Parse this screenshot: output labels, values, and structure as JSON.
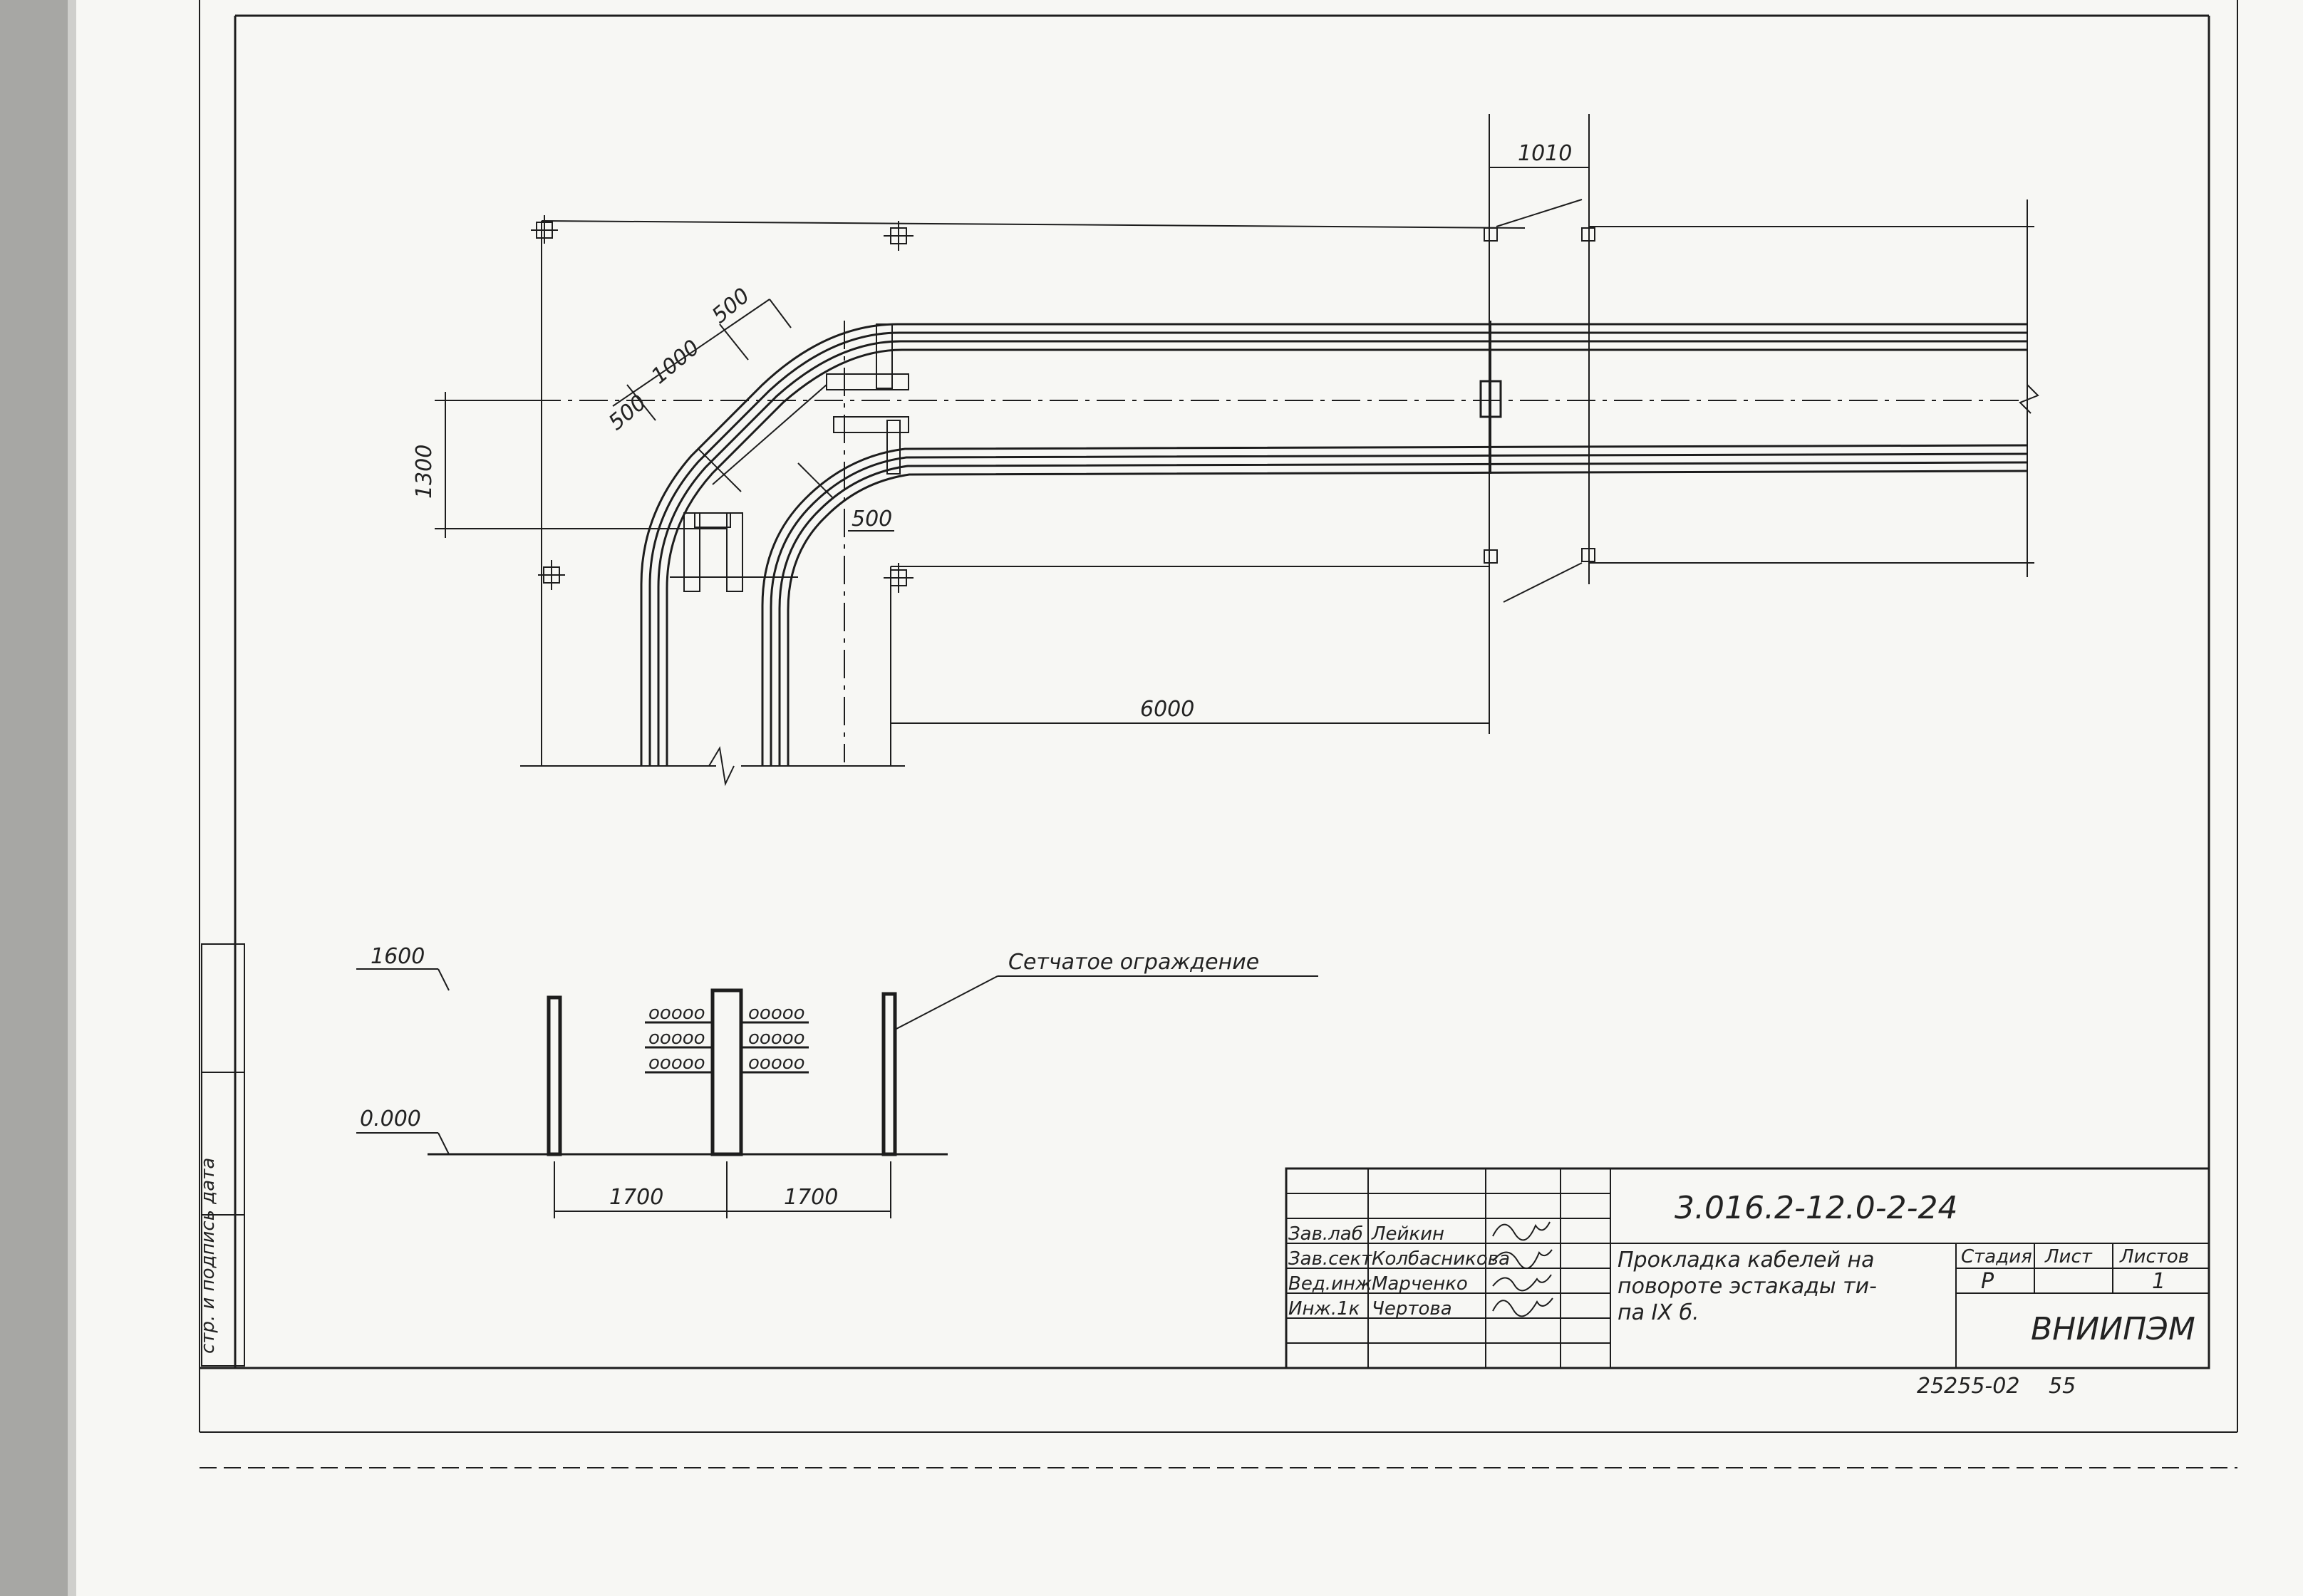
{
  "drawing": {
    "dimensions": {
      "d1010": "1010",
      "d500a": "500",
      "d1000": "1000",
      "d500b": "500",
      "d1300": "1300",
      "d500c": "500",
      "d6000": "6000",
      "d1600": "1600",
      "d0000": "0.000",
      "d1700a": "1700",
      "d1700b": "1700"
    },
    "leader_note": "Сетчатое ограждение",
    "side_strip_text": "стр. и подпись дата",
    "title_block": {
      "document_code": "3.016.2-12.0-2-24",
      "title_line1": "Прокладка кабелей на",
      "title_line2": "повороте эстакады ти-",
      "title_line3": "па IX б.",
      "stage_header": "Стадия",
      "sheet_header": "Лист",
      "sheets_header": "Листов",
      "stage_value": "Р",
      "sheets_value": "1",
      "organization": "ВНИИПЭМ",
      "staff": [
        {
          "role": "Зав.лаб",
          "name": "Лейкин"
        },
        {
          "role": "Зав.сект",
          "name": "Колбасникова"
        },
        {
          "role": "Вед.инж",
          "name": "Марченко"
        },
        {
          "role": "Инж.1к",
          "name": "Чертова"
        }
      ]
    },
    "archive_number": "25255-02",
    "archive_sheet": "55"
  }
}
